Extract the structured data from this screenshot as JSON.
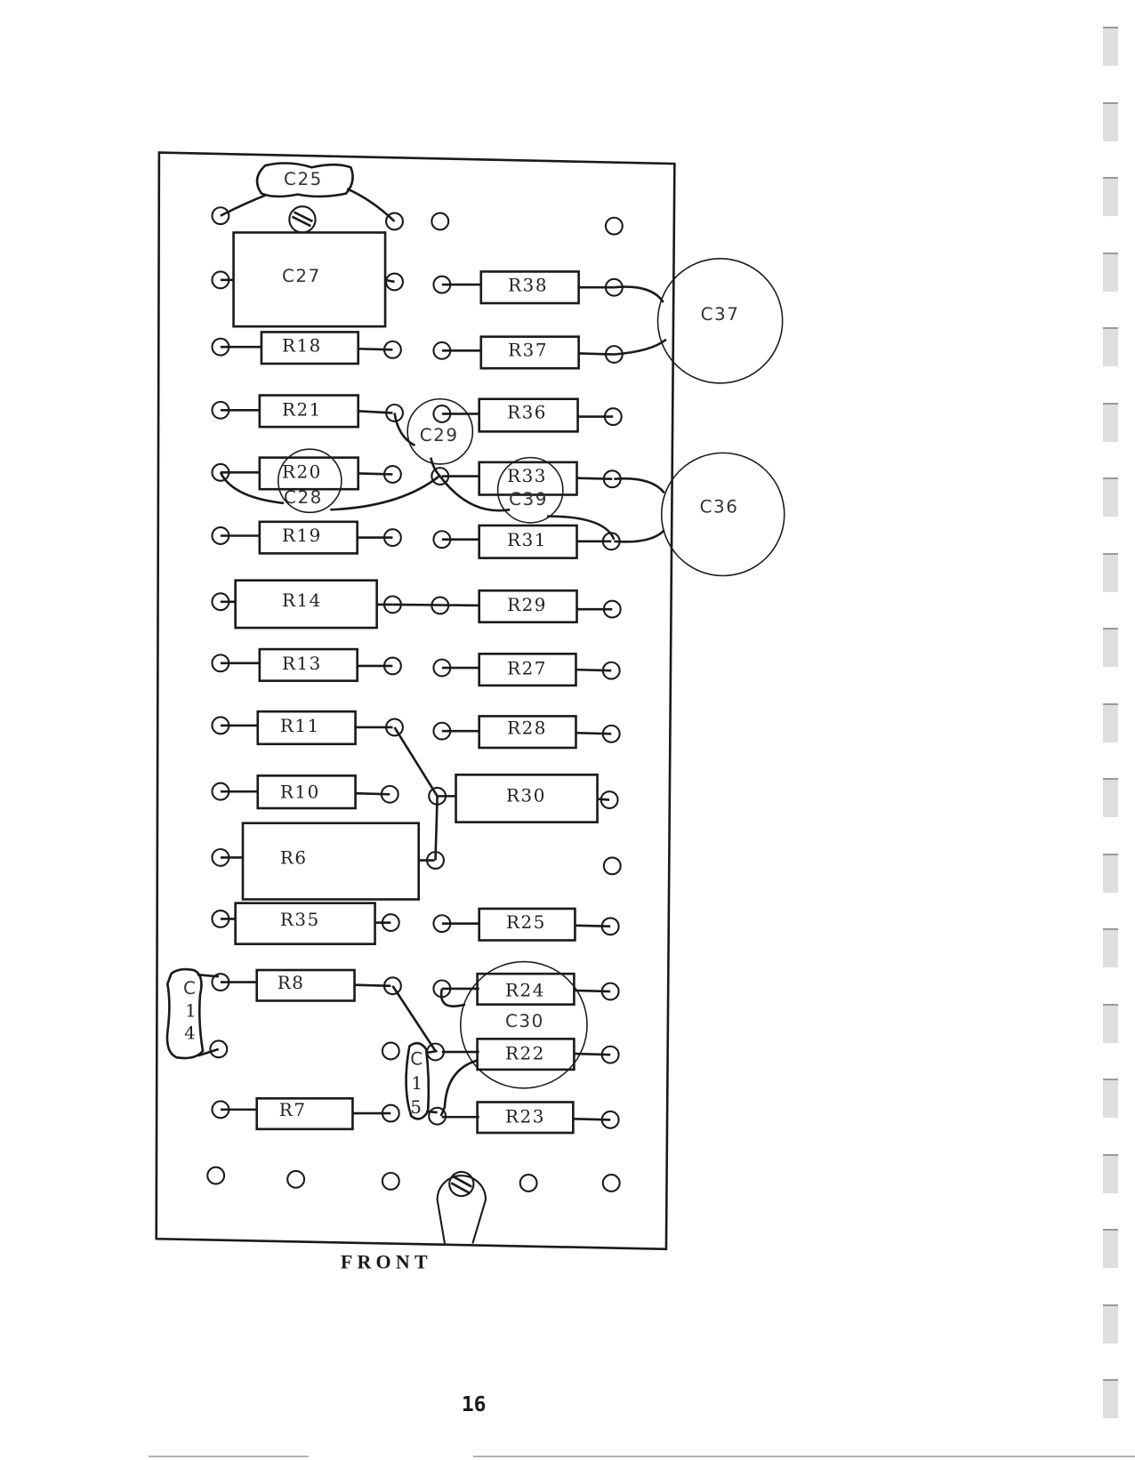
{
  "page": {
    "board_orientation_label": "FRONT",
    "page_number": "16"
  },
  "components": {
    "resistors": [
      {
        "id": "R18"
      },
      {
        "id": "R21"
      },
      {
        "id": "R20"
      },
      {
        "id": "R19"
      },
      {
        "id": "R14"
      },
      {
        "id": "R13"
      },
      {
        "id": "R11"
      },
      {
        "id": "R10"
      },
      {
        "id": "R6"
      },
      {
        "id": "R35"
      },
      {
        "id": "R8"
      },
      {
        "id": "R7"
      },
      {
        "id": "R38"
      },
      {
        "id": "R37"
      },
      {
        "id": "R36"
      },
      {
        "id": "R33"
      },
      {
        "id": "R31"
      },
      {
        "id": "R29"
      },
      {
        "id": "R27"
      },
      {
        "id": "R28"
      },
      {
        "id": "R30"
      },
      {
        "id": "R25"
      },
      {
        "id": "R24"
      },
      {
        "id": "R22"
      },
      {
        "id": "R23"
      }
    ],
    "capacitors": [
      {
        "id": "C25"
      },
      {
        "id": "C27"
      },
      {
        "id": "C29"
      },
      {
        "id": "C28"
      },
      {
        "id": "C39"
      },
      {
        "id": "C37"
      },
      {
        "id": "C36"
      },
      {
        "id": "C30"
      },
      {
        "id": "C14"
      },
      {
        "id": "C15"
      }
    ]
  },
  "labels": {
    "C25": "C25",
    "C27": "C27",
    "R18": "R18",
    "R21": "R21",
    "R20": "R20",
    "C28": "C28",
    "R19": "R19",
    "R14": "R14",
    "R13": "R13",
    "R11": "R11",
    "R10": "R10",
    "R6": "R6",
    "R35": "R35",
    "R8": "R8",
    "R7": "R7",
    "R38": "R38",
    "R37": "R37",
    "R36": "R36",
    "C29": "C29",
    "R33": "R33",
    "C39": "C39",
    "R31": "R31",
    "R29": "R29",
    "R27": "R27",
    "R28": "R28",
    "R30": "R30",
    "R25": "R25",
    "R24": "R24",
    "C30": "C30",
    "R22": "R22",
    "R23": "R23",
    "C37": "C37",
    "C36": "C36",
    "C14_c": "C",
    "C14_1": "1",
    "C14_4": "4",
    "C15_c": "C",
    "C15_1": "1",
    "C15_5": "5"
  },
  "colors": {
    "ink": "#1a1a1a",
    "paper": "#ffffff",
    "tab_fill": "#dedede"
  }
}
